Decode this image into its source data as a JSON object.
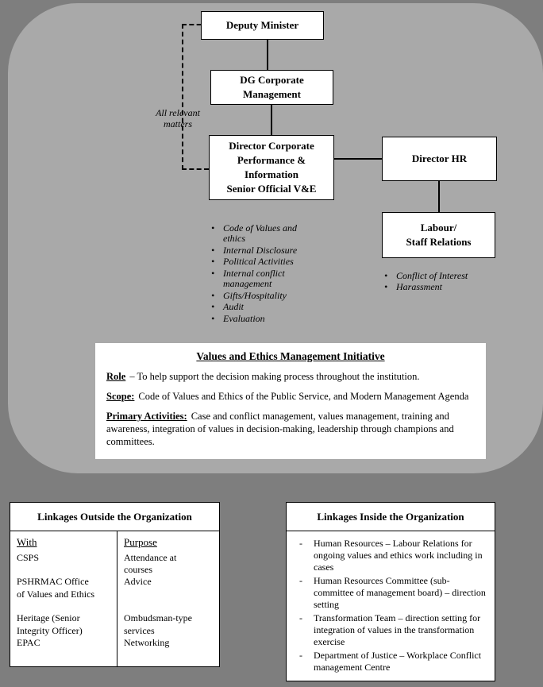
{
  "org_chart": {
    "deputy_minister": "Deputy Minister",
    "dg_corporate": "DG Corporate\nManagement",
    "director_corporate": "Director Corporate\nPerformance &\nInformation\nSenior Official V&E",
    "director_hr": "Director HR",
    "labour_staff": "Labour/\nStaff Relations",
    "dashed_label": "All relevant matters",
    "director_bullets": [
      "Code of Values and ethics",
      "Internal Disclosure",
      "Political Activities",
      "Internal conflict management",
      "Gifts/Hospitality",
      "Audit",
      "Evaluation"
    ],
    "labour_bullets": [
      "Conflict of Interest",
      "Harassment"
    ]
  },
  "values_initiative": {
    "title": "Values and Ethics Management Initiative",
    "role_label": "Role",
    "role_text": "– To help support the decision making process throughout the institution.",
    "scope_label": "Scope:",
    "scope_text": "Code of Values and Ethics of the Public Service, and Modern Management Agenda",
    "activities_label": "Primary Activities:",
    "activities_text": "Case and conflict management, values management, training and awareness, integration of values in decision-making, leadership through champions and committees."
  },
  "linkages_outside": {
    "title": "Linkages Outside the Organization",
    "with_header": "With",
    "with_items": "CSPS\n\nPSHRMAC Office\nof Values and Ethics\n\nHeritage (Senior\nIntegrity Officer)\nEPAC",
    "purpose_header": "Purpose",
    "purpose_items": "Attendance at\ncourses\nAdvice\n\n\nOmbudsman-type\nservices\nNetworking"
  },
  "linkages_inside": {
    "title": "Linkages Inside the Organization",
    "items": [
      "Human Resources – Labour Relations for ongoing values and ethics work including in cases",
      "Human Resources Committee (sub-committee of management board) – direction setting",
      "Transformation Team – direction setting for integration of values in the transformation exercise",
      "Department of Justice – Workplace Conflict management Centre"
    ]
  },
  "colors": {
    "background": "#7e7e7e",
    "panel": "#a9a9a9",
    "box_background": "#ffffff",
    "line": "#000000"
  }
}
